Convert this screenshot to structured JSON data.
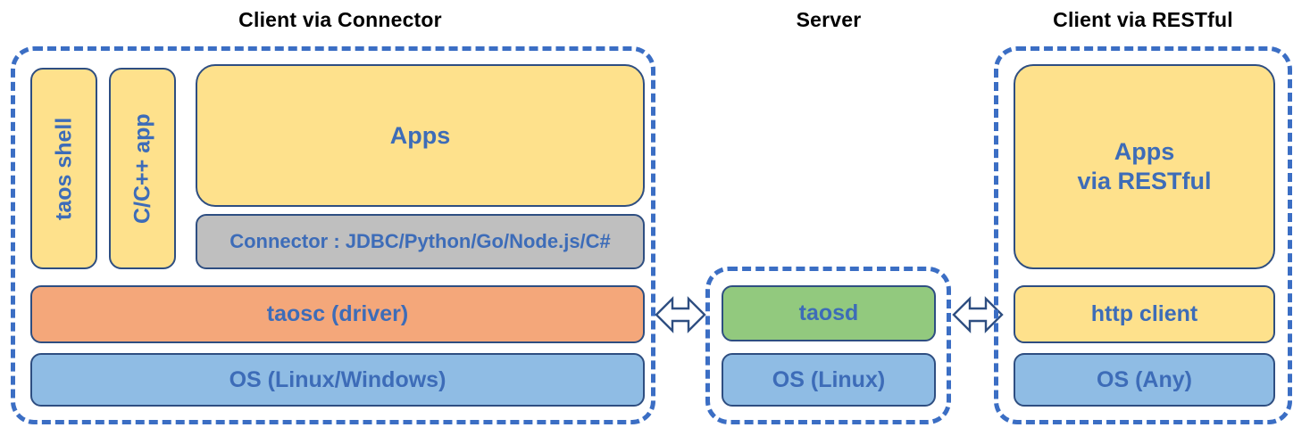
{
  "diagram": {
    "title_connector": "Client via Connector",
    "title_server": "Server",
    "title_restful": "Client via RESTful",
    "colors": {
      "dashed_border": "#3B6EC4",
      "block_border": "#2E4E81",
      "text_blue": "#3D6CB8",
      "yellow": "#FEE18C",
      "orange": "#F4A77A",
      "blue": "#8FBCE4",
      "green": "#92C97E",
      "gray": "#BFBFBF",
      "title_black": "#000000"
    },
    "client_connector": {
      "taos_shell": "taos shell",
      "c_cpp_app": "C/C++ app",
      "apps": "Apps",
      "connector": "Connector : JDBC/Python/Go/Node.js/C#",
      "taosc": "taosc (driver)",
      "os": "OS (Linux/Windows)"
    },
    "server": {
      "taosd": "taosd",
      "os": "OS (Linux)"
    },
    "client_restful": {
      "apps_line1": "Apps",
      "apps_line2": "via RESTful",
      "http_client": "http client",
      "os": "OS (Any)"
    },
    "arrows": {
      "left_arrow_label": "bidirectional-arrow",
      "right_arrow_label": "bidirectional-arrow"
    }
  }
}
